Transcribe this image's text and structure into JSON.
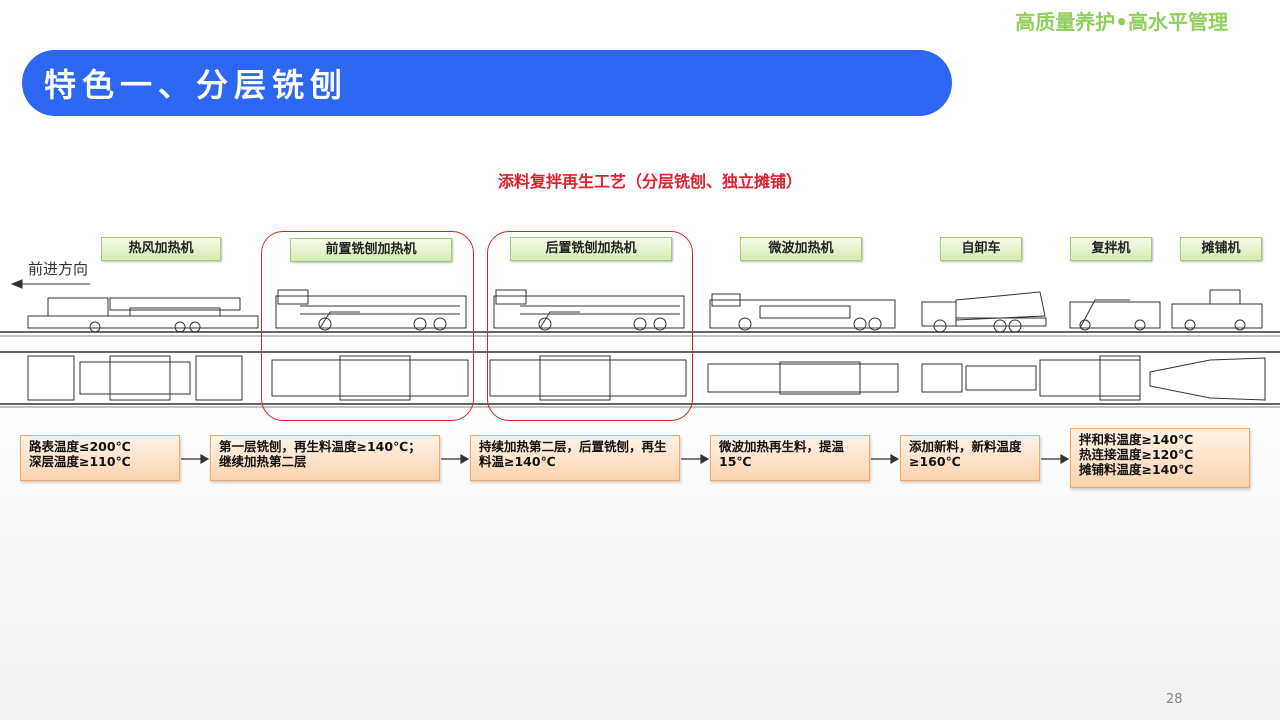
{
  "tagline": "高质量养护•高水平管理",
  "title": "特色一、分层铣刨",
  "subtitle": "添料复拌再生工艺（分层铣刨、独立摊铺）",
  "direction": "前进方向",
  "machines": [
    "热风加热机",
    "前置铣刨加热机",
    "后置铣刨加热机",
    "微波加热机",
    "自卸车",
    "复拌机",
    "摊铺机"
  ],
  "steps": [
    {
      "lines": [
        "路表温度≤200℃",
        "深层温度≥110℃"
      ]
    },
    {
      "lines": [
        "第一层铣刨，再生料温度≥140℃；继续加热第二层"
      ]
    },
    {
      "lines": [
        "持续加热第二层，后置铣刨，再生料温≥140℃"
      ]
    },
    {
      "lines": [
        "微波加热再生料，提温15℃"
      ]
    },
    {
      "lines": [
        "添加新料，新料温度≥160℃"
      ]
    },
    {
      "lines": [
        "拌和料温度≥140℃",
        "热连接温度≥120℃",
        "摊铺料温度≥140℃"
      ]
    }
  ],
  "page_number": "28",
  "colors": {
    "title_bar": "#2d66f0",
    "tagline": "#8fd05a",
    "subtitle": "#e0202a",
    "highlight": "#d22222"
  }
}
